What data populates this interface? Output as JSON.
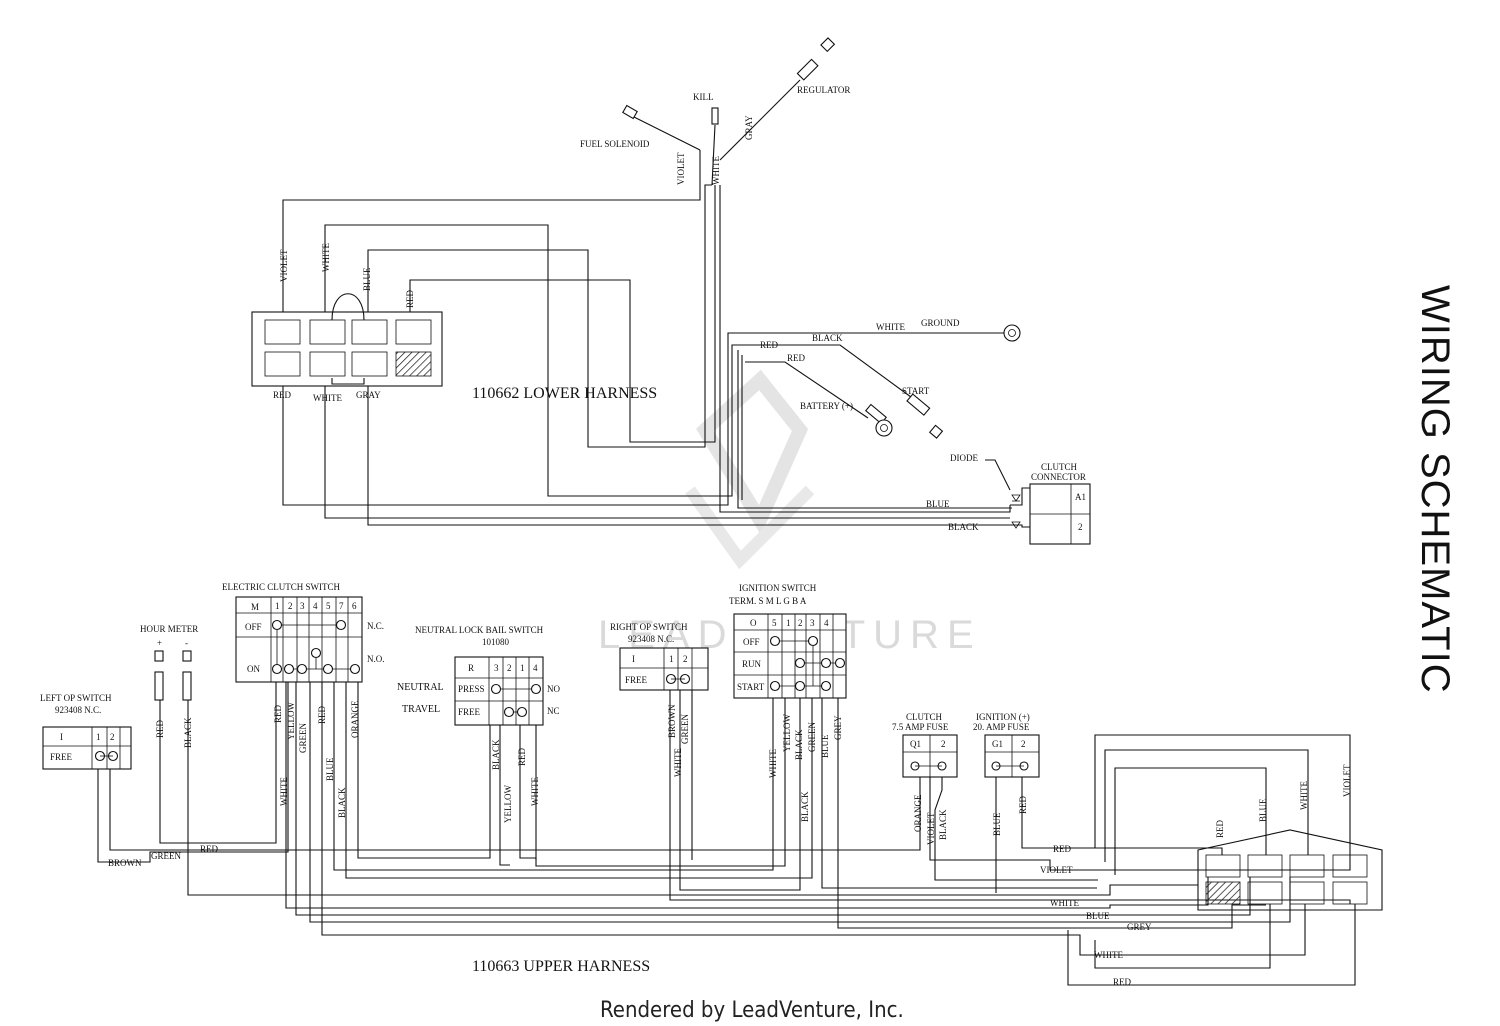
{
  "title": "WIRING SCHEMATIC",
  "footer": "Rendered by LeadVenture, Inc.",
  "watermark": "LEADVENTURE",
  "lower_harness": {
    "label": "110662 LOWER HARNESS",
    "top_wires": [
      "VIOLET",
      "WHITE",
      "BLUE",
      "RED"
    ],
    "bottom_wires": [
      "RED",
      "WHITE",
      "GRAY"
    ],
    "terminals": {
      "fuel_solenoid": "FUEL SOLENOID",
      "kill": "KILL",
      "regulator": "REGULATOR",
      "violet": "VIOLET",
      "white": "WHITE",
      "gray": "GRAY",
      "ground": "GROUND",
      "white_ground": "WHITE",
      "black": "BLACK",
      "red1": "RED",
      "red2": "RED",
      "start": "START",
      "battery": "BATTERY (+)",
      "diode": "DIODE",
      "blue": "BLUE",
      "black2": "BLACK"
    },
    "clutch_connector": {
      "title_line1": "CLUTCH",
      "title_line2": "CONNECTOR",
      "pin1": "A1",
      "pin2": "2"
    }
  },
  "upper_harness": {
    "label": "110663 UPPER HARNESS"
  },
  "electric_clutch_switch": {
    "title": "ELECTRIC CLUTCH SWITCH",
    "header": [
      "M",
      "1",
      "2",
      "3",
      "4",
      "5",
      "7",
      "6"
    ],
    "rows": [
      "OFF",
      "ON"
    ],
    "nc": "N.C.",
    "no": "N.O.",
    "wires": [
      "RED",
      "YELLOW",
      "GREEN",
      "RED",
      "BLUE",
      "BLACK",
      "ORANGE",
      "WHITE"
    ]
  },
  "hour_meter": {
    "title": "HOUR METER",
    "plus": "+",
    "minus": "-",
    "wires": [
      "RED",
      "BLACK"
    ]
  },
  "left_op_switch": {
    "title": "LEFT  OP SWITCH",
    "part": "923408   N.C.",
    "header": [
      "I",
      "1",
      "2"
    ],
    "row": "FREE"
  },
  "neutral_lock": {
    "title": "NEUTRAL LOCK BAIL SWITCH",
    "part": "101080",
    "header": [
      "R",
      "3",
      "2",
      "1",
      "4"
    ],
    "rows": [
      "PRESS",
      "FREE"
    ],
    "side_left": [
      "NEUTRAL",
      "TRAVEL"
    ],
    "side_right": [
      "NO",
      "NC"
    ],
    "wires": [
      "BLACK",
      "RED",
      "YELLOW",
      "WHITE"
    ]
  },
  "right_op_switch": {
    "title": "RIGHT  OP SWITCH",
    "part": "923408   N.C.",
    "header": [
      "I",
      "1",
      "2"
    ],
    "row": "FREE",
    "wires": [
      "BROWN",
      "GREEN",
      "WHITE"
    ]
  },
  "ignition_switch": {
    "title": "IGNITION SWITCH",
    "term": "TERM.  S   M L  G  B  A",
    "header": [
      "O",
      "5",
      "1",
      "2",
      "3",
      "4"
    ],
    "rows": [
      "OFF",
      "RUN",
      "START"
    ],
    "wires": [
      "WHITE",
      "YELLOW",
      "BLACK",
      "GREEN",
      "BLUE",
      "GREY",
      "BLACK"
    ]
  },
  "clutch_fuse": {
    "title_line1": "CLUTCH",
    "title_line2": "7.5 AMP FUSE",
    "header": [
      "Q1",
      "2"
    ],
    "wires": [
      "ORANGE",
      "VIOLET",
      "BLACK"
    ]
  },
  "ignition_fuse": {
    "title_line1": "IGNITION (+)",
    "title_line2": "20. AMP FUSE",
    "header": [
      "G1",
      "2"
    ],
    "wires": [
      "BLUE",
      "RED"
    ]
  },
  "upper_connector": {
    "top_wires": [
      "RED",
      "BLUE",
      "WHITE",
      "VIOLET"
    ]
  },
  "bus_labels": {
    "red": "RED",
    "green": "GREEN",
    "brown": "BROWN",
    "red_right": "RED",
    "violet": "VIOLET",
    "white": "WHITE",
    "blue": "BLUE",
    "grey": "GREY",
    "white2": "WHITE",
    "red2": "RED"
  }
}
